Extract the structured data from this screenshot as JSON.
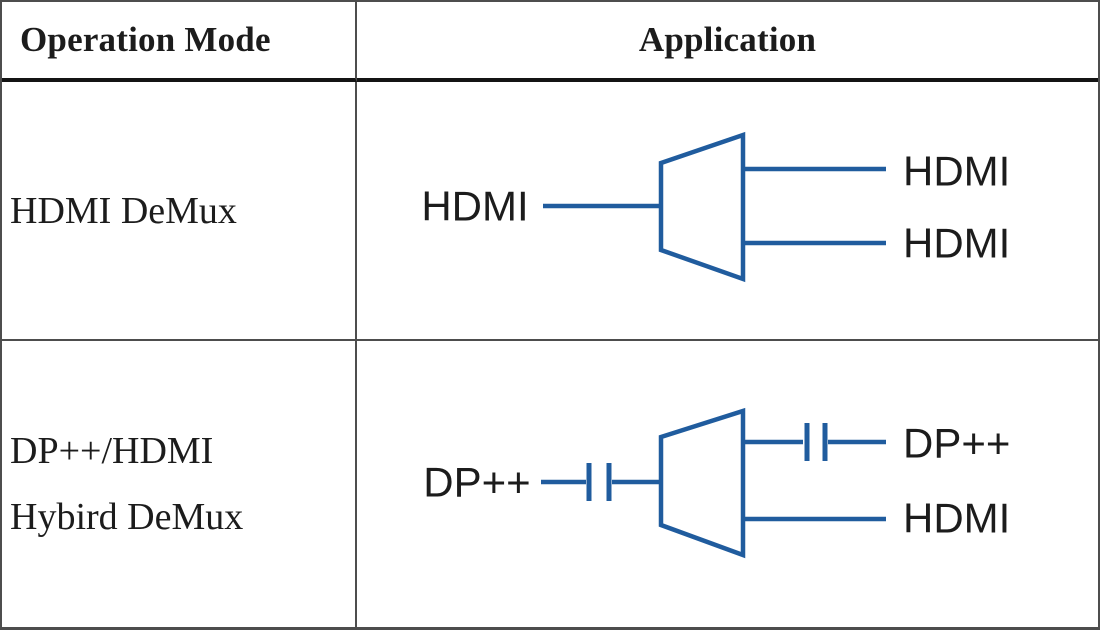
{
  "table": {
    "headers": {
      "operation_mode": "Operation Mode",
      "application": "Application"
    },
    "rows": [
      {
        "mode": "HDMI DeMux",
        "diagram": {
          "symbol": "demux-trapezoid-icon",
          "input_label": "HDMI",
          "output_top_label": "HDMI",
          "output_bottom_label": "HDMI"
        }
      },
      {
        "mode_lines": [
          "DP++/HDMI",
          "Hybird DeMux"
        ],
        "diagram": {
          "symbol": "demux-trapezoid-icon",
          "input_label": "DP++",
          "input_coupling_icon": "capacitor-icon",
          "output_top_label": "DP++",
          "output_top_coupling_icon": "capacitor-icon",
          "output_bottom_label": "HDMI"
        }
      }
    ],
    "colors": {
      "diagram_stroke": "#205c9e",
      "text": "#1c1c1c",
      "grid_line": "#4d4d4d",
      "header_separator": "#141414"
    }
  }
}
